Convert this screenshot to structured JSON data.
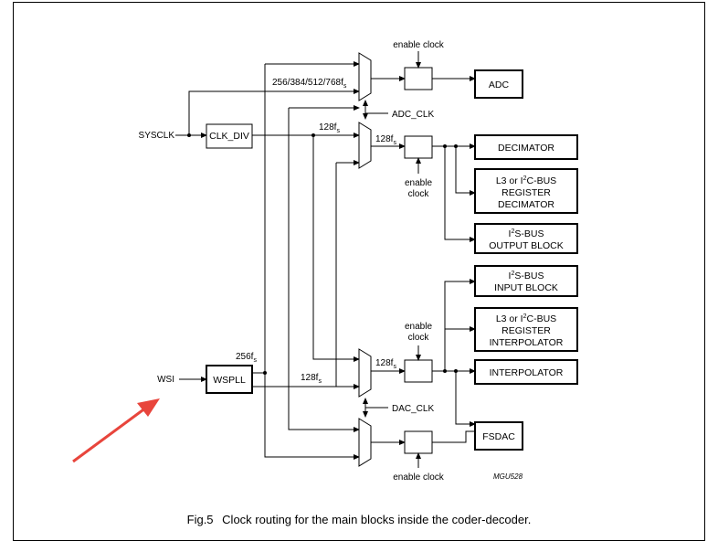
{
  "labels": {
    "enable_clock": "enable clock",
    "enable_word": "enable",
    "clock_word": "clock",
    "ratio": "256/384/512/768f",
    "ratio_sub": "s",
    "f128": "128f",
    "f256": "256f",
    "f_sub": "s",
    "adc_clk": "ADC_CLK",
    "dac_clk": "DAC_CLK",
    "sysclk": "SYSCLK",
    "wsi": "WSI",
    "code": "MGU528"
  },
  "blocks": {
    "clk_div": "CLK_DIV",
    "wspll": "WSPLL",
    "adc": "ADC",
    "decimator": "DECIMATOR",
    "l3_dec": [
      "L3 or I",
      "2",
      "C-BUS",
      "REGISTER",
      "DECIMATOR"
    ],
    "i2s_out": [
      "I",
      "2",
      "S-BUS",
      "OUTPUT BLOCK"
    ],
    "i2s_in": [
      "I",
      "2",
      "S-BUS",
      "INPUT BLOCK"
    ],
    "l3_int": [
      "L3 or I",
      "2",
      "C-BUS",
      "REGISTER",
      "INTERPOLATOR"
    ],
    "interpolator": "INTERPOLATOR",
    "fsdac": "FSDAC"
  },
  "caption": {
    "number": "Fig.5",
    "text": "Clock routing for the main blocks inside the coder-decoder."
  },
  "colors": {
    "annotation_arrow": "#e8453c"
  }
}
